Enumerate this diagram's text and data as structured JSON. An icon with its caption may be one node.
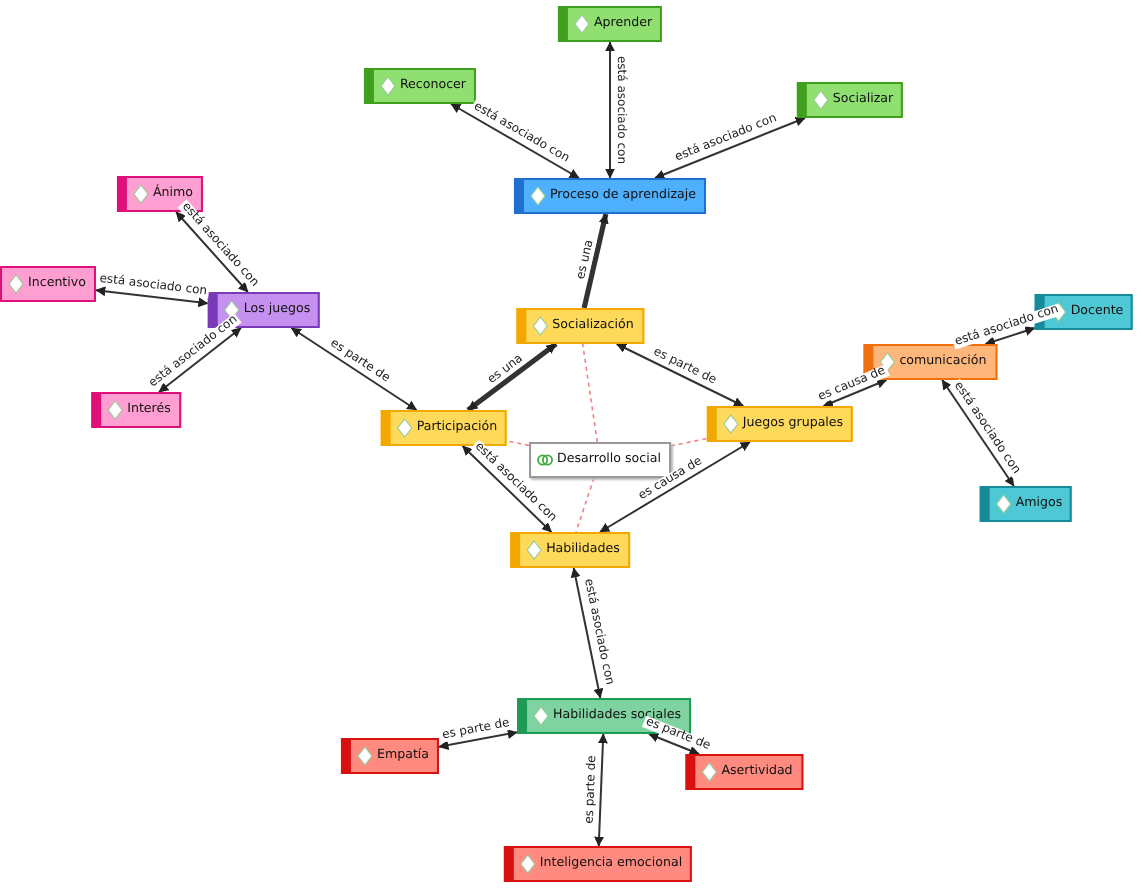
{
  "diagram": {
    "nodes": [
      {
        "text": [
          "Aprender"
        ]
      },
      {
        "text": [
          "Reconocer"
        ]
      },
      {
        "text": [
          "Socializar"
        ]
      },
      {
        "text": [
          "Proceso de aprendizaje"
        ]
      },
      {
        "text": [
          "Ánimo"
        ]
      },
      {
        "text": [
          "Incentivo"
        ]
      },
      {
        "text": [
          "Los juegos"
        ]
      },
      {
        "text": [
          "Interés"
        ]
      },
      {
        "text": [
          "Socialización"
        ]
      },
      {
        "text": [
          "comunicación"
        ]
      },
      {
        "text": [
          "Docente"
        ]
      },
      {
        "text": [
          "Participación"
        ]
      },
      {
        "text": [
          "Desarrollo social"
        ]
      },
      {
        "text": [
          "Juegos grupales"
        ]
      },
      {
        "text": [
          "Amigos"
        ]
      },
      {
        "text": [
          "Habilidades"
        ]
      },
      {
        "text": [
          "Habilidades sociales"
        ]
      },
      {
        "text": [
          "Empatía"
        ]
      },
      {
        "text": [
          "Asertividad"
        ]
      },
      {
        "text": [
          "Inteligencia emocional"
        ]
      }
    ],
    "edges": [
      {
        "from": 3,
        "to": 0,
        "arrow": "both",
        "label": "está asociado con"
      },
      {
        "from": 3,
        "to": 1,
        "arrow": "both",
        "label": "está asociado con"
      },
      {
        "from": 3,
        "to": 2,
        "arrow": "both",
        "label": "está asociado con"
      },
      {
        "from": 8,
        "to": 3,
        "arrow": "to",
        "label": "es una",
        "style": "thick"
      },
      {
        "from": 6,
        "to": 4,
        "arrow": "both",
        "label": "está asociado con"
      },
      {
        "from": 6,
        "to": 5,
        "arrow": "both",
        "label": "está asociado con"
      },
      {
        "from": 6,
        "to": 7,
        "arrow": "both",
        "label": "está asociado con"
      },
      {
        "from": 11,
        "to": 6,
        "arrow": "both",
        "label": "es parte de"
      },
      {
        "from": 11,
        "to": 8,
        "arrow": "both",
        "label": "es una",
        "style": "thick"
      },
      {
        "from": 13,
        "to": 8,
        "arrow": "both",
        "label": "es parte de"
      },
      {
        "from": 13,
        "to": 9,
        "arrow": "both",
        "label": "es causa de"
      },
      {
        "from": 9,
        "to": 10,
        "arrow": "both",
        "label": "está asociado con"
      },
      {
        "from": 9,
        "to": 14,
        "arrow": "both",
        "label": "está asociado con"
      },
      {
        "from": 15,
        "to": 11,
        "arrow": "both",
        "label": "está asociado con"
      },
      {
        "from": 15,
        "to": 13,
        "arrow": "both",
        "label": "es causa de"
      },
      {
        "from": 15,
        "to": 16,
        "arrow": "both",
        "label": "está asociado con"
      },
      {
        "from": 16,
        "to": 17,
        "arrow": "both",
        "label": "es parte de"
      },
      {
        "from": 16,
        "to": 18,
        "arrow": "both",
        "label": "es parte de"
      },
      {
        "from": 16,
        "to": 19,
        "arrow": "both",
        "label": "es parte de"
      },
      {
        "from": 12,
        "to": 8,
        "arrow": "none",
        "style": "dashed",
        "color": "#f08080"
      },
      {
        "from": 12,
        "to": 11,
        "arrow": "none",
        "style": "dashed",
        "color": "#f08080"
      },
      {
        "from": 12,
        "to": 13,
        "arrow": "none",
        "style": "dashed",
        "color": "#f08080"
      },
      {
        "from": 12,
        "to": 15,
        "arrow": "none",
        "style": "dashed",
        "color": "#f08080"
      }
    ]
  }
}
